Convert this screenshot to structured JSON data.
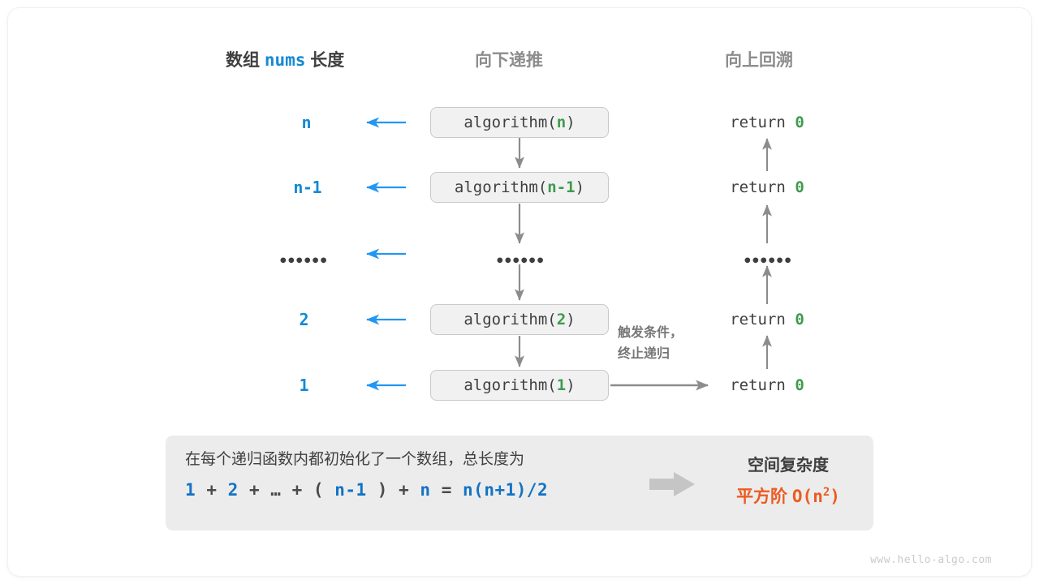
{
  "page": {
    "watermark": "www.hello-algo.com",
    "accent_blue": "#1589d3",
    "accent_green": "#3f9a4e",
    "accent_orange": "#ec5b20",
    "gray_text": "#3f3f3f",
    "gray_header": "#8d8d8d",
    "box_fill": "#f1f1f1",
    "box_border": "#c9c9c9",
    "panel_fill": "#ececec"
  },
  "headers": {
    "left_prefix": "数组",
    "left_mono": "nums",
    "left_suffix": "长度",
    "middle": "向下递推",
    "right": "向上回溯"
  },
  "rows": [
    {
      "length": "n",
      "call_prefix": "algorithm(",
      "call_arg": "n",
      "call_suffix": ")",
      "return_text": "return",
      "return_value": "0"
    },
    {
      "length": "n-1",
      "call_prefix": "algorithm(",
      "call_arg": "n-1",
      "call_suffix": ")",
      "return_text": "return",
      "return_value": "0"
    },
    {
      "length": "••••••",
      "call_prefix": "••••••",
      "call_arg": "",
      "call_suffix": "",
      "return_text": "••••••",
      "return_value": ""
    },
    {
      "length": "2",
      "call_prefix": "algorithm(",
      "call_arg": "2",
      "call_suffix": ")",
      "return_text": "return",
      "return_value": "0"
    },
    {
      "length": "1",
      "call_prefix": "algorithm(",
      "call_arg": "1",
      "call_suffix": ")",
      "return_text": "return",
      "return_value": "0"
    }
  ],
  "note": {
    "line1": "触发条件，",
    "line2": "终止递归"
  },
  "summary": {
    "description": "在每个递归函数内都初始化了一个数组，总长度为",
    "formula_tokens": [
      {
        "t": "1",
        "k": "v"
      },
      {
        "t": "+",
        "k": "op"
      },
      {
        "t": "2",
        "k": "v"
      },
      {
        "t": "+",
        "k": "op"
      },
      {
        "t": "…",
        "k": "op"
      },
      {
        "t": "+",
        "k": "op"
      },
      {
        "t": "(",
        "k": "op"
      },
      {
        "t": "n-1",
        "k": "v"
      },
      {
        "t": ")",
        "k": "op"
      },
      {
        "t": "+",
        "k": "op"
      },
      {
        "t": "n",
        "k": "v"
      },
      {
        "t": "=",
        "k": "op"
      },
      {
        "t": "n(n+1)/2",
        "k": "v"
      }
    ],
    "formula_plain": "1 + 2 + … + (n-1) + n = n(n+1)/2",
    "title": "空间复杂度",
    "complexity_label": "平方阶",
    "complexity_big_o": "O(n",
    "complexity_exp": "2",
    "complexity_close": ")"
  }
}
